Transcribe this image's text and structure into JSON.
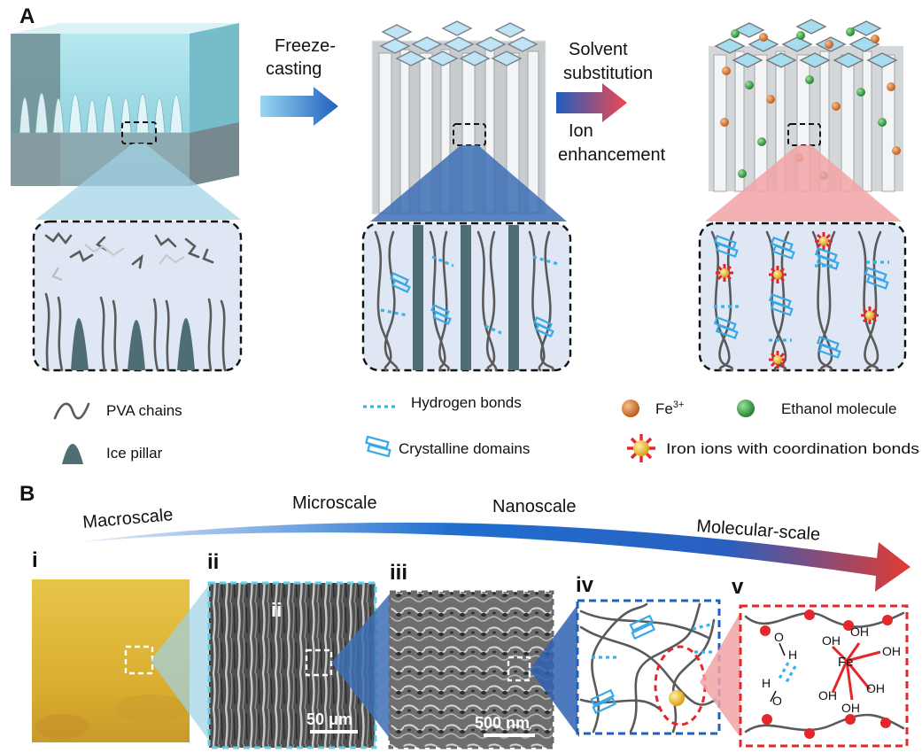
{
  "panel_a": {
    "label": "A",
    "step1_arrow_label_line1": "Freeze-",
    "step1_arrow_label_line2": "casting",
    "step2_arrow_label_line1": "Solvent",
    "step2_arrow_label_line2": "substitution",
    "step3_label_line1": "Ion",
    "step3_label_line2": "enhancement",
    "legend": {
      "pva_chains": "PVA chains",
      "ice_pillar": "Ice pillar",
      "hydrogen_bonds": "Hydrogen bonds",
      "crystalline_domains": "Crystalline domains",
      "fe3": "Fe",
      "fe3_superscript": "3+",
      "ethanol": "Ethanol molecule",
      "iron_coordination": "Iron ions with coordination bonds"
    }
  },
  "panel_b": {
    "label": "B",
    "scales": [
      "Macroscale",
      "Microscale",
      "Nanoscale",
      "Molecular-scale"
    ],
    "sub_labels": [
      "i",
      "ii",
      "iii",
      "iv",
      "v"
    ],
    "inset_label_ii": "ii",
    "scale_bar_ii": "50 μm",
    "scale_bar_iii": "500 nm",
    "molecule": {
      "oh_labels": [
        "OH",
        "OH",
        "OH",
        "OH",
        "OH",
        "OH"
      ],
      "fe": "Fe",
      "h1": "H",
      "o1": "O",
      "h2": "H",
      "o2": "O"
    }
  },
  "colors": {
    "ice_blue": "#8fd4e0",
    "inset_bg": "#dfe7f5",
    "pillar": "#4e6e74",
    "hbond": "#39b3ea",
    "fe3": "#d7772a",
    "ethanol": "#2e9a3e",
    "coordination": "#e3272a",
    "arrow_blue": "#1f5fbf",
    "arrow_red": "#e5484d"
  }
}
